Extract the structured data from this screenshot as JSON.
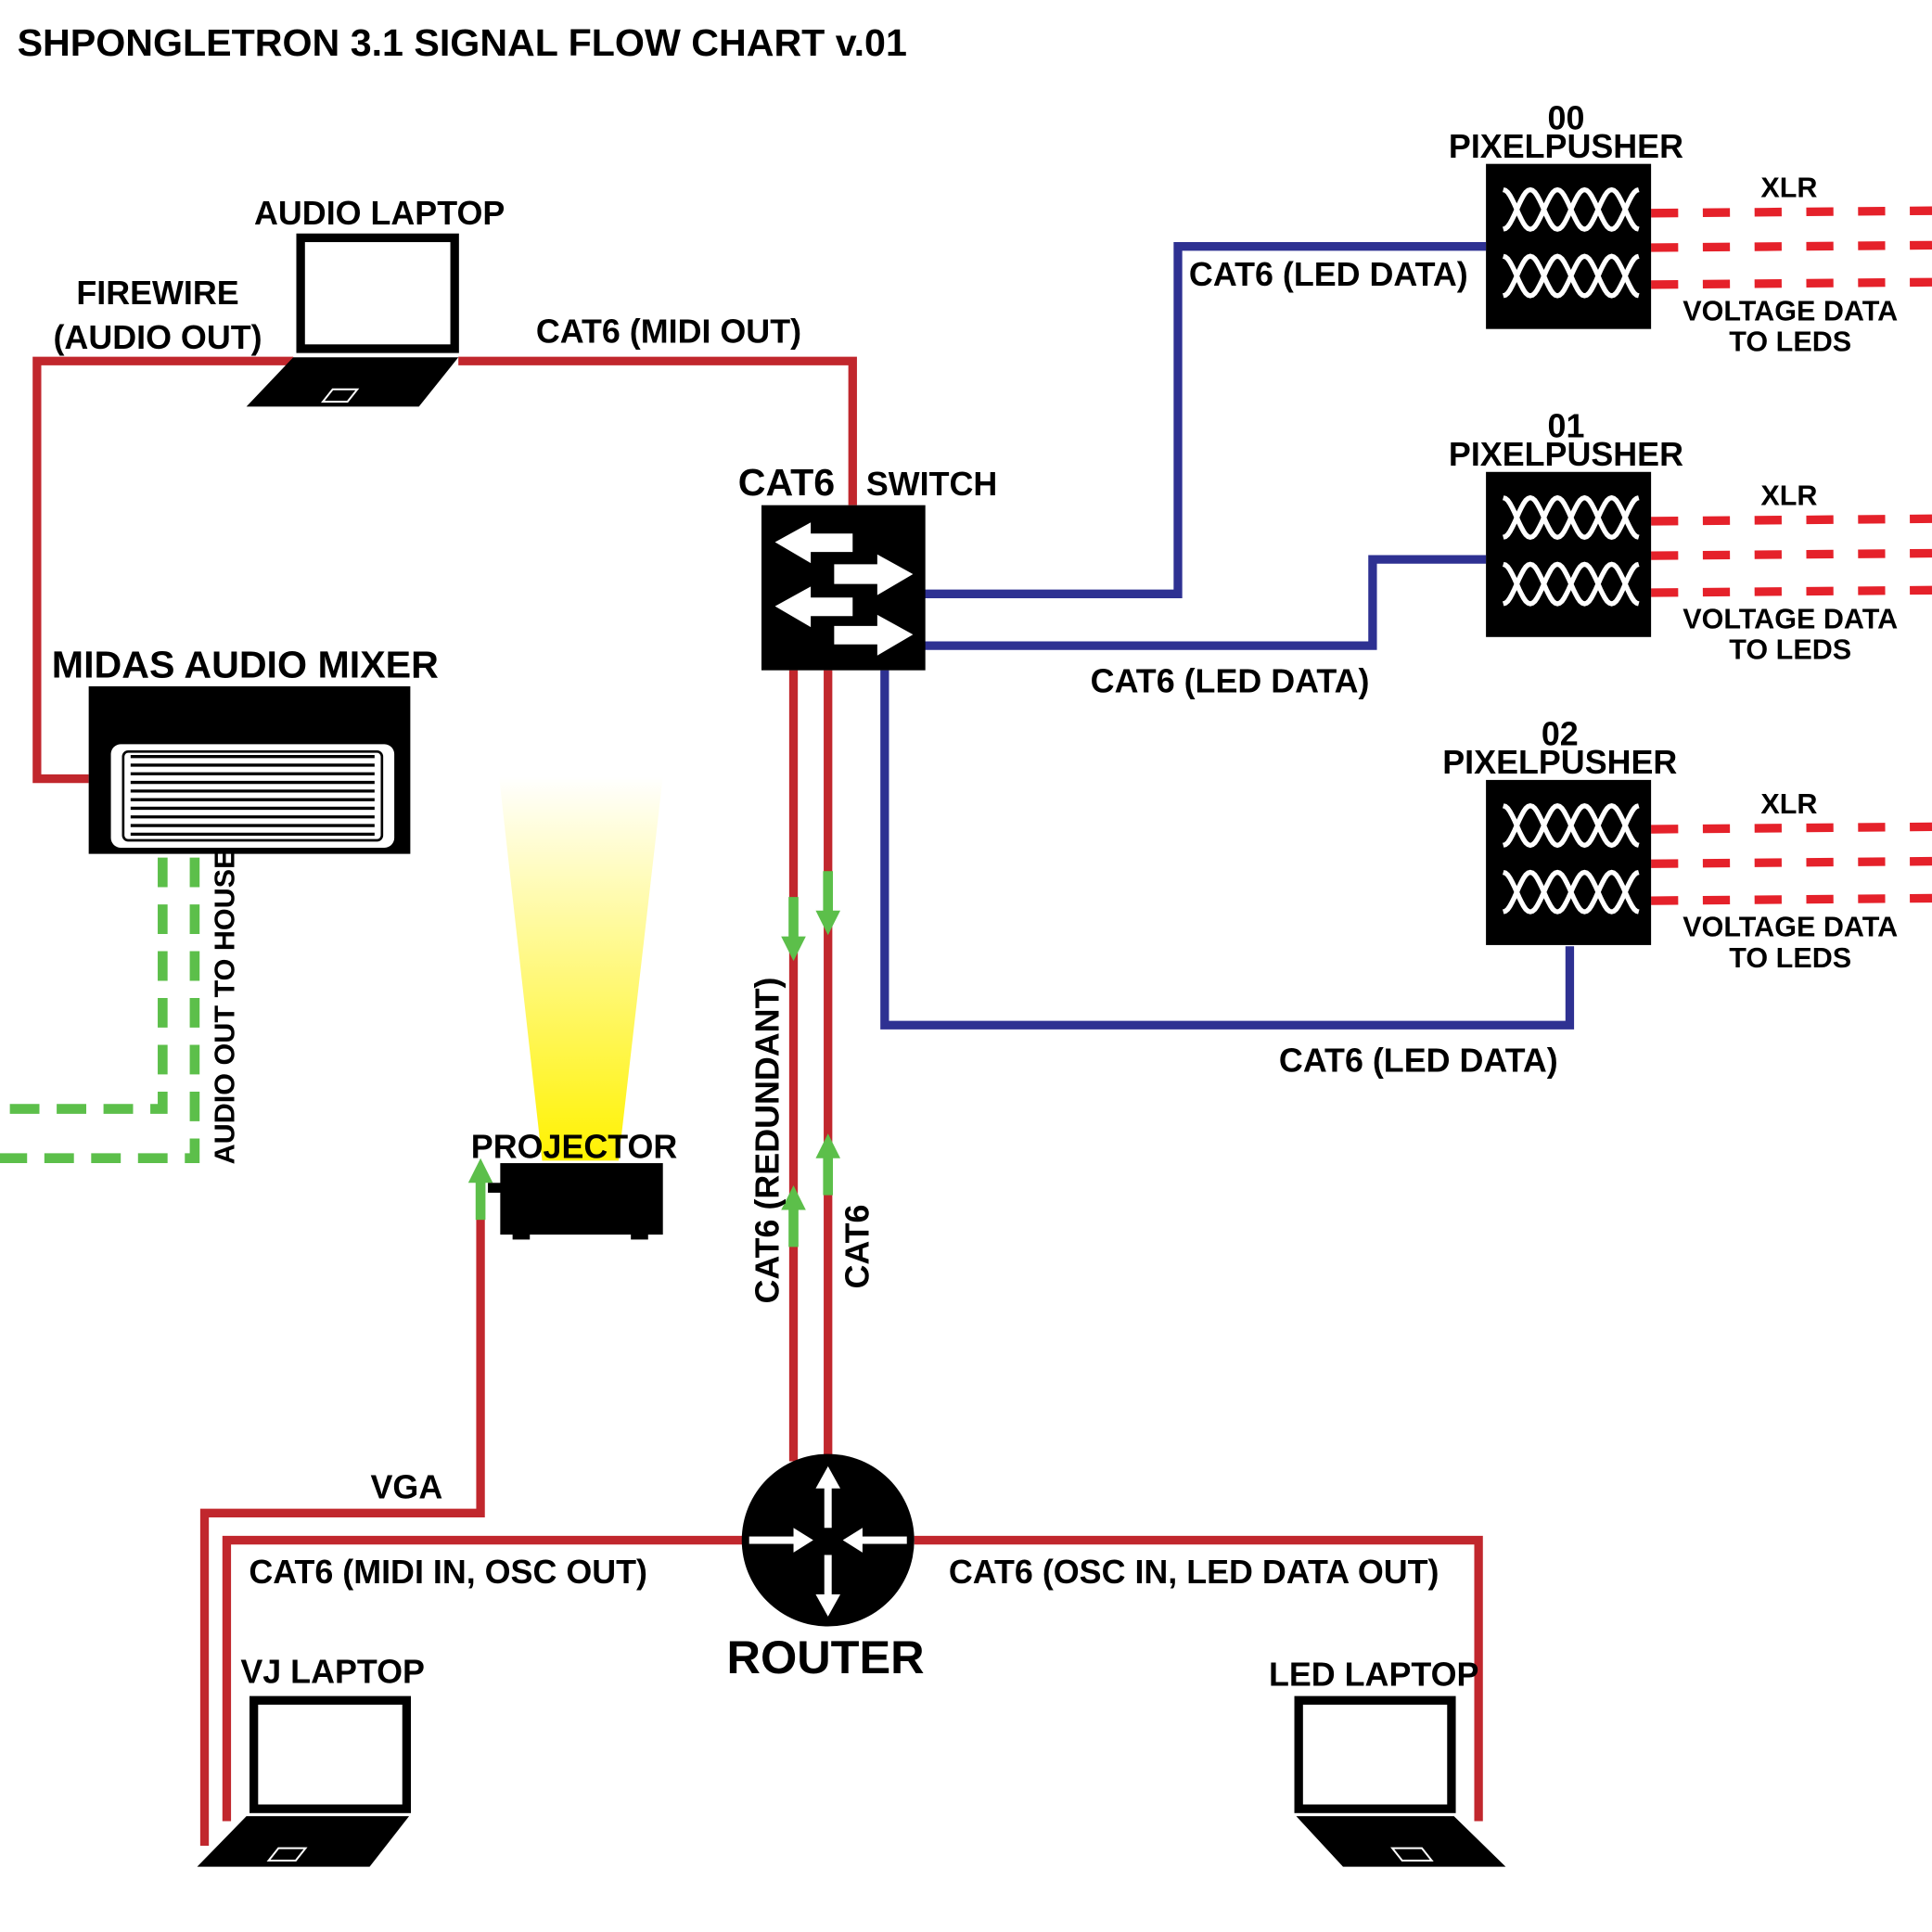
{
  "title": "SHPONGLETRON 3.1 SIGNAL FLOW CHART v.01",
  "colors": {
    "cat6_audio": "#c1272d",
    "cat6_led": "#2e3192",
    "audio_out": "#5cbf4a",
    "xlr": "#e5212a",
    "beam": "#fff200"
  },
  "devices": {
    "audio_laptop": "AUDIO LAPTOP",
    "mixer": "MIDAS AUDIO MIXER",
    "switch": [
      "CAT6",
      "SWITCH"
    ],
    "projector": "PROJECTOR",
    "router": "ROUTER",
    "vj_laptop": "VJ LAPTOP",
    "led_laptop": "LED LAPTOP",
    "pixelpushers": [
      {
        "id": "00",
        "name": "PIXELPUSHER"
      },
      {
        "id": "01",
        "name": "PIXELPUSHER"
      },
      {
        "id": "02",
        "name": "PIXELPUSHER"
      }
    ]
  },
  "connections": {
    "firewire": [
      "FIREWIRE",
      "(AUDIO OUT)"
    ],
    "midi_out": "CAT6 (MIDI OUT)",
    "led_data": "CAT6 (LED DATA)",
    "audio_house": "AUDIO OUT TO HOUSE",
    "redundant": "CAT6 (REDUNDANT)",
    "cat6": "CAT6",
    "vga": "VGA",
    "midi_in": "CAT6 (MIDI IN, OSC OUT)",
    "osc_in": "CAT6 (OSC IN, LED DATA OUT)",
    "xlr": "XLR",
    "voltage": [
      "VOLTAGE DATA",
      "TO LEDS"
    ]
  }
}
